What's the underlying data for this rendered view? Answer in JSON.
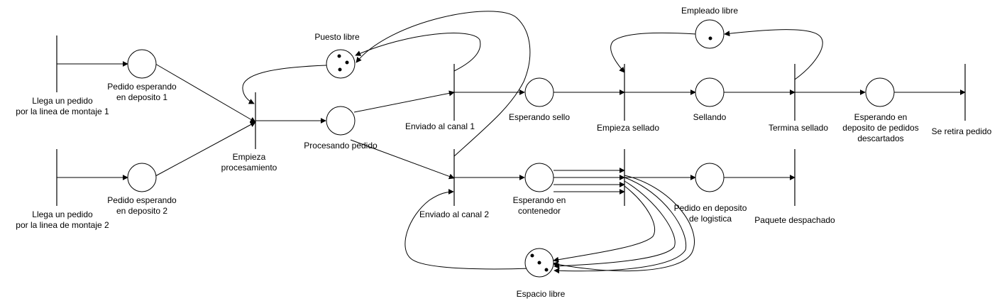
{
  "diagram": {
    "places": {
      "p1": "Pedido esperando\nen deposito 1",
      "p2": "Pedido esperando\nen deposito 2",
      "puesto": "Puesto libre",
      "procesando": "Procesando pedido",
      "sello": "Esperando sello",
      "contenedor": "Esperando en\ncontenedor",
      "espacio": "Espacio libre",
      "sellando": "Sellando",
      "empleado": "Empleado libre",
      "logistica": "Pedido en deposito\nde logistica",
      "descartados": "Esperando en\ndeposito de pedidos\ndescartados"
    },
    "transitions": {
      "t1": "Llega un pedido\npor la linea de montaje 1",
      "t2": "Llega un pedido\npor la linea de montaje 2",
      "empieza_proc": "Empieza\nprocesamiento",
      "canal1": "Enviado al canal 1",
      "canal2": "Enviado al canal 2",
      "empieza_sellado": "Empieza sellado",
      "termina_sellado": "Termina sellado",
      "despachado": "Paquete despachado",
      "retira": "Se retira pedido"
    },
    "tokens": {
      "puesto_libre": 3,
      "espacio_libre": 3,
      "empleado_libre": 1
    },
    "stroke_color": "#000000",
    "background_color": "#ffffff"
  }
}
